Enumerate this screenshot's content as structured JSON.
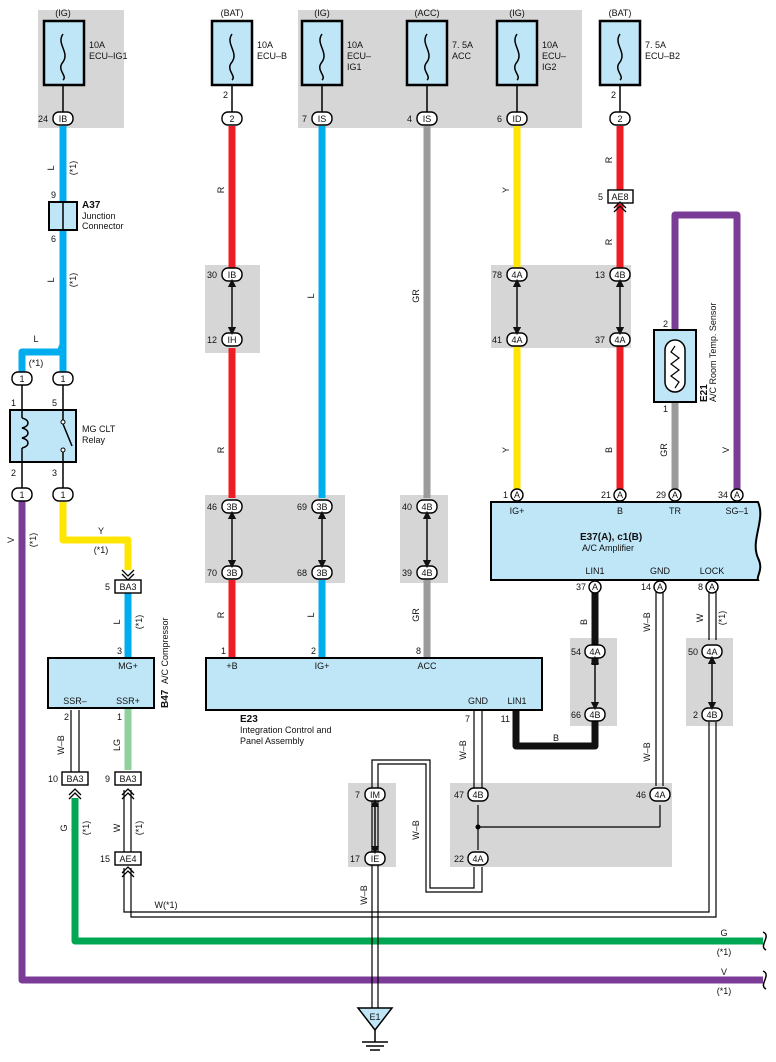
{
  "fuses": [
    {
      "id": "fuse-ecu-ig1",
      "source": "(IG)",
      "amp": "10A",
      "name1": "ECU–IG1",
      "name2": "",
      "pin": "24",
      "conn": "IB"
    },
    {
      "id": "fuse-ecu-b",
      "source": "(BAT)",
      "amp": "10A",
      "name1": "ECU–B",
      "name2": "",
      "pin": "2",
      "conn": "2"
    },
    {
      "id": "fuse-ecu-ig1-b",
      "source": "(IG)",
      "amp": "10A",
      "name1": "ECU–",
      "name2": "IG1",
      "pin": "7",
      "conn": "IS"
    },
    {
      "id": "fuse-acc",
      "source": "(ACC)",
      "amp": "7. 5A",
      "name1": "ACC",
      "name2": "",
      "pin": "4",
      "conn": "IS"
    },
    {
      "id": "fuse-ecu-ig2",
      "source": "(IG)",
      "amp": "10A",
      "name1": "ECU–",
      "name2": "IG2",
      "pin": "6",
      "conn": "ID"
    },
    {
      "id": "fuse-ecu-b2",
      "source": "(BAT)",
      "amp": "7. 5A",
      "name1": "ECU–B2",
      "name2": "",
      "pin": "2",
      "conn": "2"
    }
  ],
  "components": {
    "a37": {
      "code": "A37",
      "name1": "Junction",
      "name2": "Connector",
      "pin_top": "9",
      "pin_bottom": "6"
    },
    "relay": {
      "name1": "MG CLT",
      "name2": "Relay",
      "pin1": "1",
      "pin2": "2",
      "pin3": "3",
      "pin5": "5",
      "conn": "1"
    },
    "b47": {
      "code": "B47",
      "name": "A/C Compressor",
      "mg": "MG+",
      "ssrm": "SSR–",
      "ssrp": "SSR+",
      "pin3": "3",
      "pin2": "2",
      "pin1": "1"
    },
    "e23": {
      "code": "E23",
      "name1": "Integration Control and",
      "name2": "Panel Assembly",
      "b": "+B",
      "ig": "IG+",
      "acc": "ACC",
      "gnd": "GND",
      "lin": "LIN1",
      "pin1": "1",
      "pin2": "2",
      "pin8": "8",
      "pin7": "7",
      "pin11": "11"
    },
    "e37": {
      "code": "E37(A), c1(B)",
      "name": "A/C Amplifier",
      "ig": "IG+",
      "b": "B",
      "tr": "TR",
      "sg": "SG–1",
      "lin": "LIN1",
      "gnd": "GND",
      "lock": "LOCK",
      "pin_ig": "1",
      "pin_b": "21",
      "pin_tr": "29",
      "pin_sg": "34",
      "pin_lin": "37",
      "pin_gnd": "14",
      "pin_lock": "8",
      "conn": "A"
    },
    "e21": {
      "code": "E21",
      "name": "A/C Room Temp.  Sensor",
      "pin2": "2",
      "pin1": "1"
    },
    "e1": {
      "code": "E1"
    }
  },
  "connectors": [
    {
      "pin": "30",
      "conn": "IB"
    },
    {
      "pin": "12",
      "conn": "IH"
    },
    {
      "pin": "78",
      "conn": "4A"
    },
    {
      "pin": "41",
      "conn": "4A"
    },
    {
      "pin": "13",
      "conn": "4B"
    },
    {
      "pin": "37",
      "conn": "4A"
    },
    {
      "pin": "5",
      "conn": "AE8"
    },
    {
      "pin": "46",
      "conn": "3B"
    },
    {
      "pin": "70",
      "conn": "3B"
    },
    {
      "pin": "69",
      "conn": "3B"
    },
    {
      "pin": "68",
      "conn": "3B"
    },
    {
      "pin": "40",
      "conn": "4B"
    },
    {
      "pin": "39",
      "conn": "4B"
    },
    {
      "pin": "5",
      "conn": "BA3"
    },
    {
      "pin": "10",
      "conn": "BA3"
    },
    {
      "pin": "9",
      "conn": "BA3"
    },
    {
      "pin": "15",
      "conn": "AE4"
    },
    {
      "pin": "54",
      "conn": "4A"
    },
    {
      "pin": "66",
      "conn": "4B"
    },
    {
      "pin": "50",
      "conn": "4A"
    },
    {
      "pin": "2",
      "conn": "4B"
    },
    {
      "pin": "7",
      "conn": "IM"
    },
    {
      "pin": "17",
      "conn": "IE"
    },
    {
      "pin": "47",
      "conn": "4B"
    },
    {
      "pin": "46",
      "conn": "4A"
    },
    {
      "pin": "22",
      "conn": "4A"
    }
  ],
  "wire_labels": {
    "L": "L",
    "R": "R",
    "GR": "GR",
    "Y": "Y",
    "V": "V",
    "B": "B",
    "W": "W",
    "G": "G",
    "WB": "W–B",
    "LG": "LG",
    "note": "(*1)",
    "w_note": "W(*1)"
  }
}
